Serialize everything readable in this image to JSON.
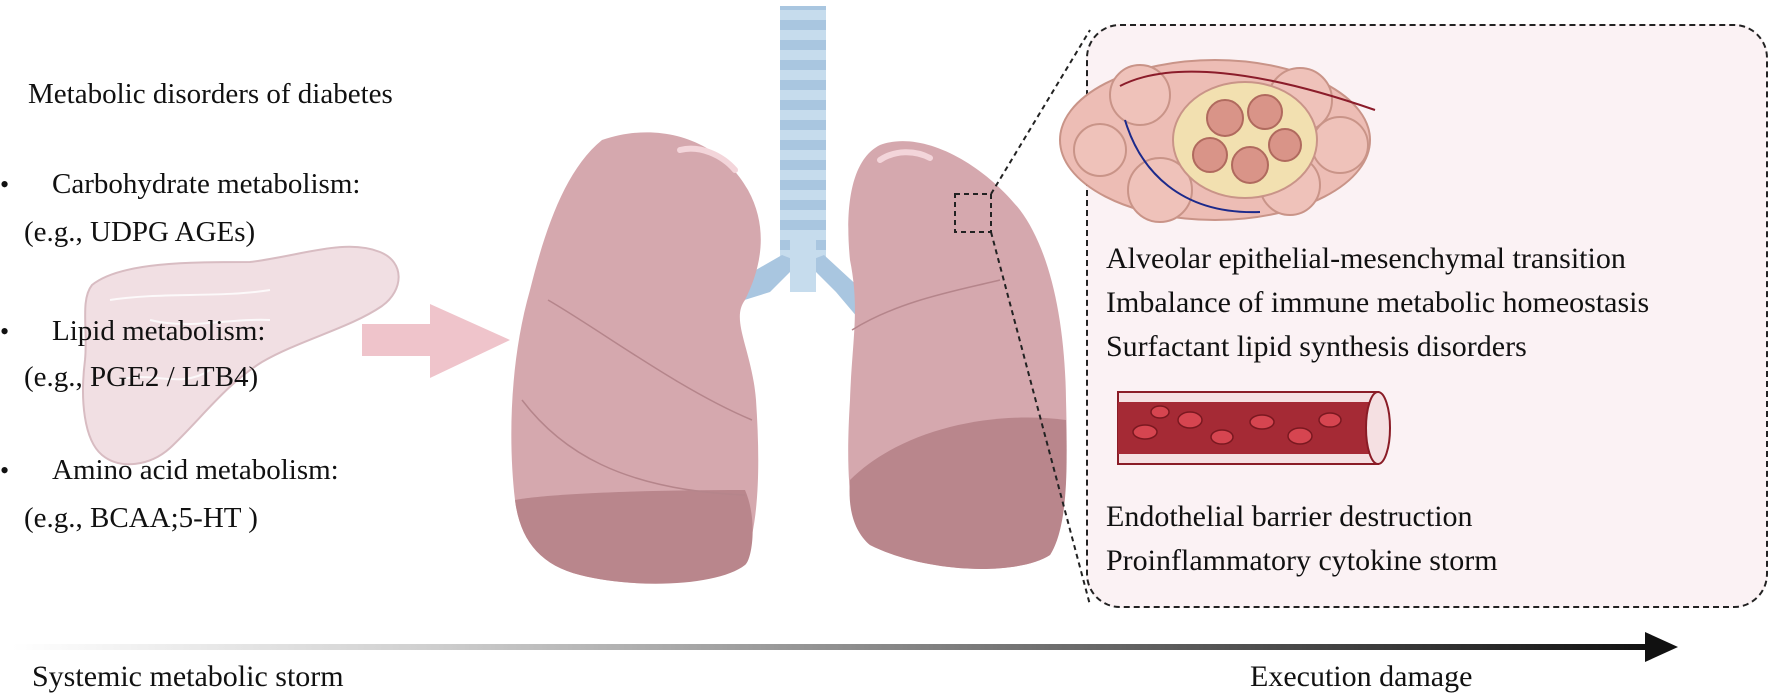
{
  "left_panel": {
    "title": "Metabolic disorders of diabetes",
    "items": [
      {
        "bullet": "•",
        "heading": "Carbohydrate metabolism:",
        "example": "(e.g., UDPG AGEs)"
      },
      {
        "bullet": "•",
        "heading": "Lipid metabolism:",
        "example": "(e.g., PGE2 / LTB4)"
      },
      {
        "bullet": "•",
        "heading": "Amino acid metabolism:",
        "example": "(e.g., BCAA;5-HT )"
      }
    ]
  },
  "callout": {
    "alveolar_effects": [
      "Alveolar epithelial-mesenchymal transition",
      "Imbalance of immune metabolic homeostasis",
      "Surfactant lipid synthesis disorders"
    ],
    "vascular_effects": [
      "Endothelial barrier destruction",
      "Proinflammatory cytokine storm"
    ]
  },
  "timeline": {
    "start_label": "Systemic metabolic storm",
    "end_label": "Execution damage"
  },
  "colors": {
    "lung": "#d5a8ae",
    "lung_dark": "#b9868c",
    "trachea": "#b8d4e8",
    "pancreas": "#f0dde1",
    "arrow": "#efc4cb",
    "callout_bg": "#fbf2f4",
    "vessel": "#a52a35"
  }
}
